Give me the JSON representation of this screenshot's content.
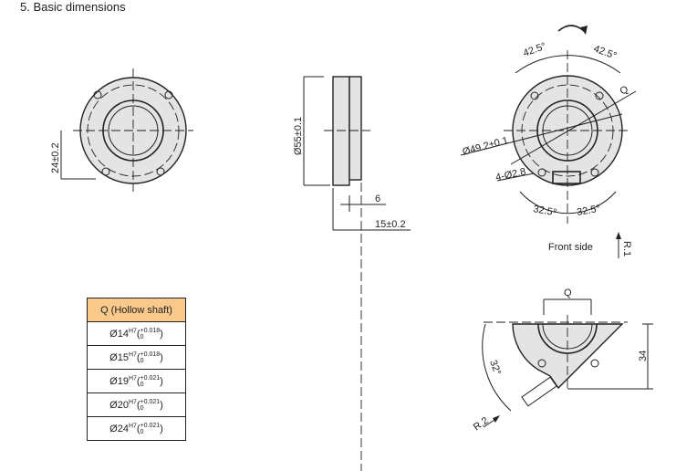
{
  "section_title": "5. Basic dimensions",
  "left_view": {
    "dim_height": "24±0.2"
  },
  "side_view": {
    "dim_diameter": "Ø55±0.1",
    "dim_6": "6",
    "dim_length": "15±0.2"
  },
  "front_view": {
    "angle_top_left": "42.5°",
    "angle_top_right": "42.5°",
    "angle_bottom_left": "32.5°",
    "angle_bottom_right": "32.5°",
    "label_q": "Q",
    "dim_bolt_circle": "Ø49.2±0.1",
    "dim_holes": "4-Ø2.8",
    "caption": "Front side",
    "view_label": "R.1"
  },
  "section_view": {
    "label_q": "Q",
    "dim_34": "34",
    "angle": "32°",
    "view_label": "R.2"
  },
  "shaft_table": {
    "header": "Q (Hollow shaft)",
    "rows": [
      {
        "size": "Ø14",
        "fit": "H7",
        "upper": "+0.018",
        "lower": "0"
      },
      {
        "size": "Ø15",
        "fit": "H7",
        "upper": "+0.018",
        "lower": "0"
      },
      {
        "size": "Ø19",
        "fit": "H7",
        "upper": "+0.021",
        "lower": "0"
      },
      {
        "size": "Ø20",
        "fit": "H7",
        "upper": "+0.021",
        "lower": "0"
      },
      {
        "size": "Ø24",
        "fit": "H7",
        "upper": "+0.021",
        "lower": "0"
      }
    ]
  }
}
